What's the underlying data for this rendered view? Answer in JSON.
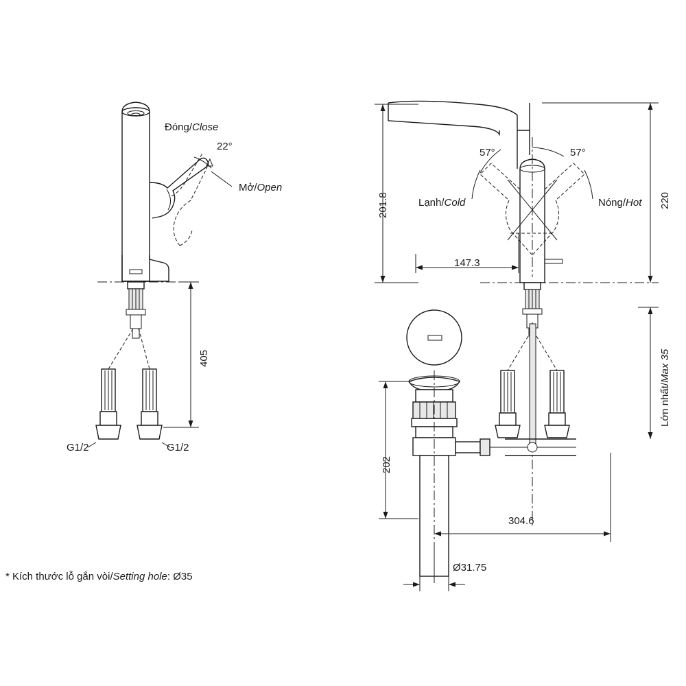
{
  "document": {
    "type": "technical-drawing",
    "subject": "Single lever basin faucet installation dimension drawing",
    "footnote_prefix": "* Kích thước lỗ gắn vòi/",
    "footnote_italic": "Setting hole",
    "footnote_suffix": ": Ø35"
  },
  "left_view": {
    "labels": {
      "close_vi": "Đóng/",
      "close_en": "Close",
      "open_vi": "Mở/",
      "open_en": "Open",
      "angle": "22°",
      "height_total": "405",
      "inlet_left": "G1/2",
      "inlet_right": "G1/2"
    }
  },
  "right_view": {
    "labels": {
      "angle_left": "57°",
      "angle_right": "57°",
      "cold_vi": "Lạnh/",
      "cold_en": "Cold",
      "hot_vi": "Nóng/",
      "hot_en": "Hot",
      "spout_height": "201.8",
      "overall_height": "220",
      "spout_reach": "147.3",
      "drain_height": "202",
      "drain_reach": "304.6",
      "drain_diameter": "Ø31.75",
      "max_thickness_vi": "Lớn nhất/",
      "max_thickness_en": "Max 35"
    }
  },
  "colors": {
    "line": "#1a1a1a",
    "background": "#ffffff",
    "fill_light": "#e8e8e8"
  }
}
